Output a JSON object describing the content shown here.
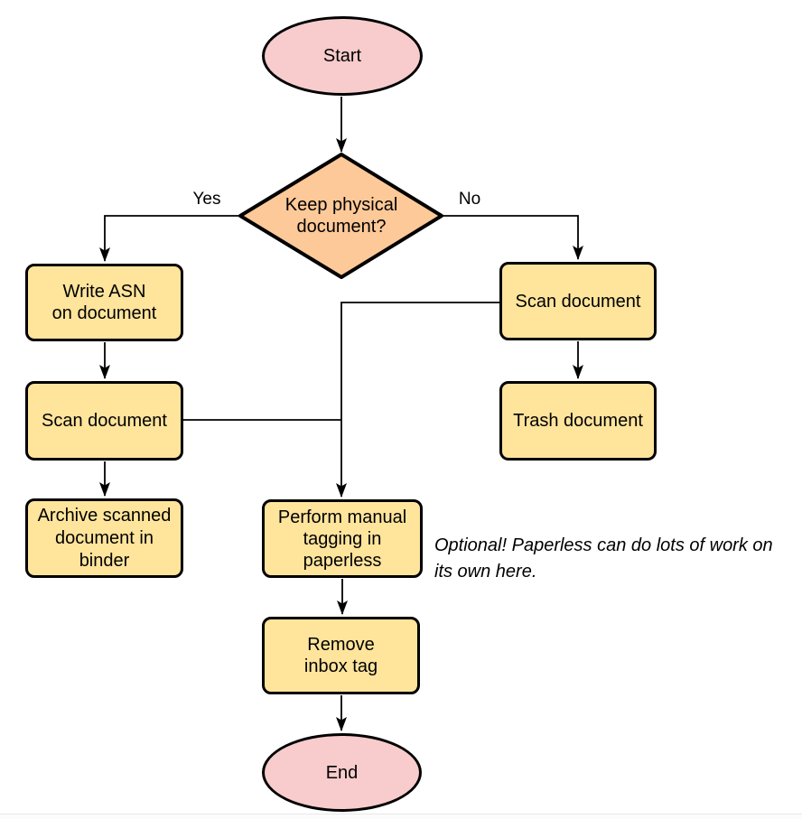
{
  "colors": {
    "terminal_fill": "#f8cccc",
    "decision_fill": "#fdc998",
    "process_fill": "#ffe49c",
    "stroke": "#000000"
  },
  "nodes": {
    "start": {
      "label": "Start"
    },
    "decision": {
      "label": [
        "Keep physical",
        "document?"
      ]
    },
    "write_asn": {
      "label": [
        "Write ASN",
        "on document"
      ]
    },
    "scan_left": {
      "label": "Scan document"
    },
    "archive": {
      "label": [
        "Archive scanned",
        "document in",
        "binder"
      ]
    },
    "scan_right": {
      "label": "Scan document"
    },
    "trash": {
      "label": "Trash document"
    },
    "tagging": {
      "label": [
        "Perform manual",
        "tagging in",
        "paperless"
      ]
    },
    "remove_inbox": {
      "label": [
        "Remove",
        "inbox tag"
      ]
    },
    "end": {
      "label": "End"
    }
  },
  "edge_labels": {
    "yes": "Yes",
    "no": "No"
  },
  "annotation": {
    "text": [
      "Optional! Paperless can do lots of work on",
      "its own here."
    ]
  }
}
